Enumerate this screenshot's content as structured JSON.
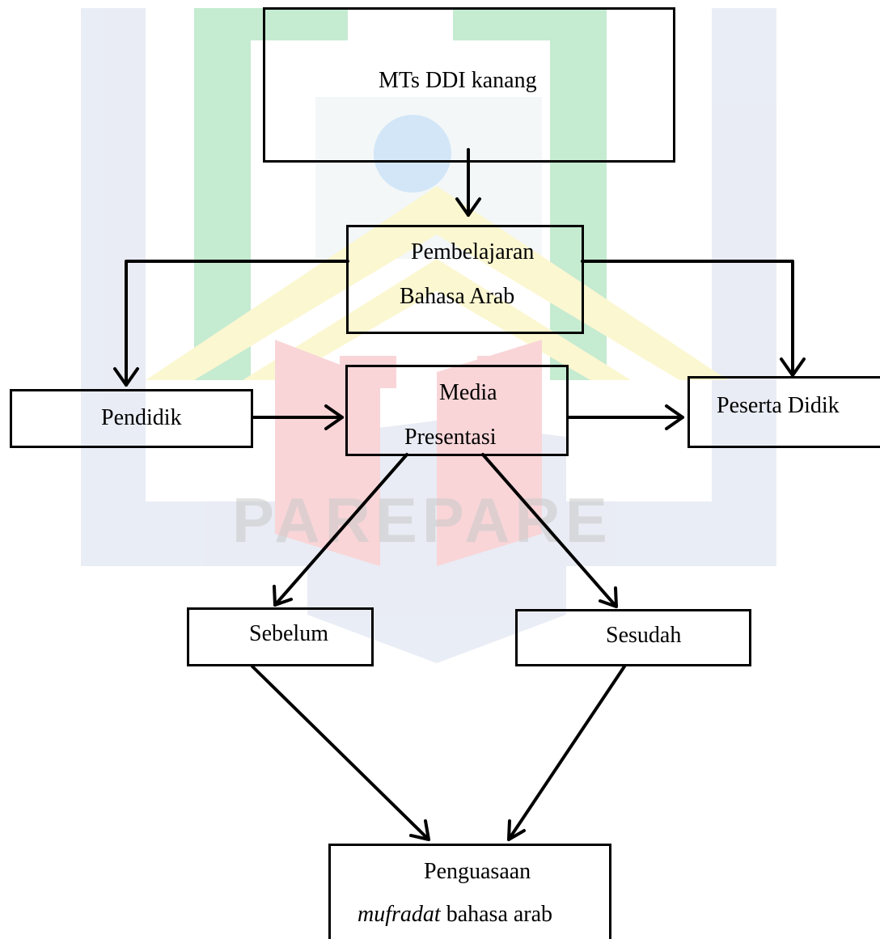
{
  "watermark": {
    "text": "PAREPARE",
    "colors": {
      "green": "#1aa157",
      "yellow": "#f2e24a",
      "red": "#e11e2d",
      "blue": "#3a8fd6",
      "gray": "#c9c9c9"
    }
  },
  "nodes": {
    "mts": {
      "text": "MTs DDI kanang"
    },
    "pembelajaran": {
      "line1": "Pembelajaran",
      "line2": "Bahasa Arab"
    },
    "pendidik": {
      "text": "Pendidik"
    },
    "media": {
      "line1": "Media",
      "line2": "Presentasi"
    },
    "peserta": {
      "text": "Peserta Didik"
    },
    "sebelum": {
      "text": "Sebelum"
    },
    "sesudah": {
      "text": "Sesudah"
    },
    "penguasaan": {
      "line1": "Penguasaan",
      "line2_italic": "mufradat",
      "line2_rest": " bahasa arab"
    }
  },
  "edges": [
    {
      "from": "mts",
      "to": "pembelajaran"
    },
    {
      "from": "pembelajaran",
      "to": "pendidik"
    },
    {
      "from": "pembelajaran",
      "to": "peserta"
    },
    {
      "from": "pendidik",
      "to": "media"
    },
    {
      "from": "media",
      "to": "peserta"
    },
    {
      "from": "media",
      "to": "sebelum"
    },
    {
      "from": "media",
      "to": "sesudah"
    },
    {
      "from": "sebelum",
      "to": "penguasaan"
    },
    {
      "from": "sesudah",
      "to": "penguasaan"
    }
  ]
}
